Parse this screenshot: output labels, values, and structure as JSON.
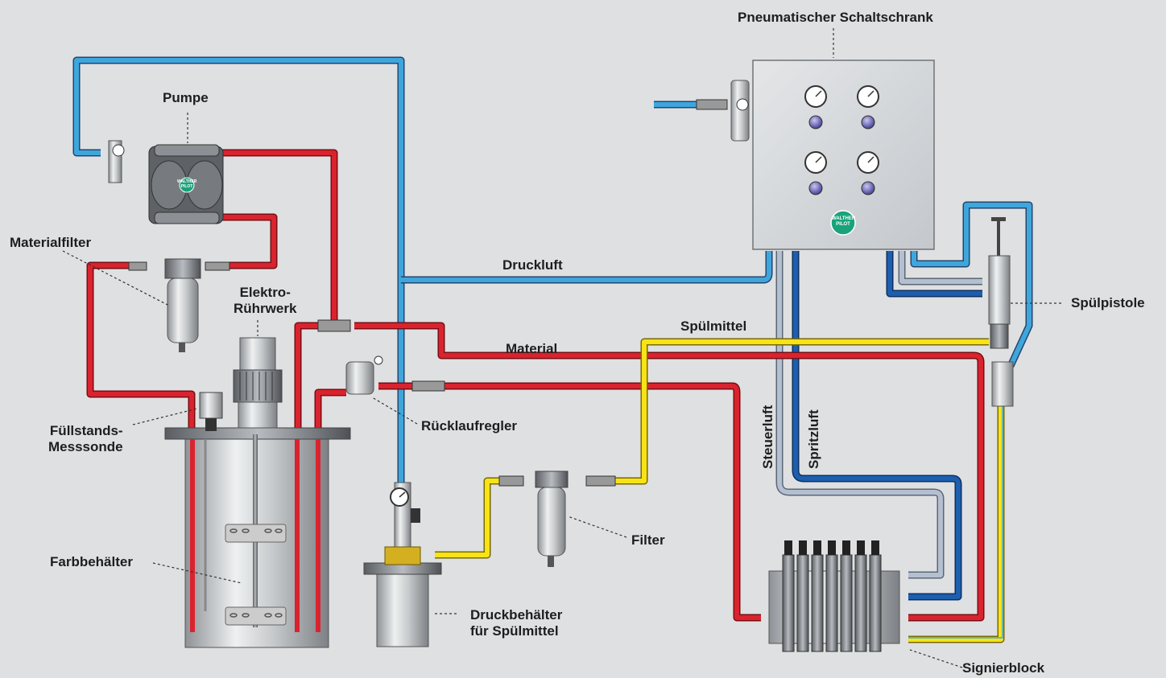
{
  "labels": {
    "schaltschrank": "Pneumatischer Schaltschrank",
    "pumpe": "Pumpe",
    "materialfilter": "Materialfilter",
    "elektro_ruehrwerk": "Elektro-\nRührwerk",
    "druckluft": "Druckluft",
    "spuelmittel": "Spülmittel",
    "material": "Material",
    "spuelpistole": "Spülpistole",
    "fuellstands_messsonde": "Füllstands-\nMesssonde",
    "ruecklaufregler": "Rücklaufregler",
    "steuerluft": "Steuerluft",
    "spritzluft": "Spritzluft",
    "filter": "Filter",
    "farbbehaelter": "Farbbehälter",
    "druckbehaelter": "Druckbehälter\nfür Spülmittel",
    "signierblock": "Signierblock"
  },
  "logo": {
    "line1": "WALTHER",
    "line2": "PILOT"
  },
  "colors": {
    "background": "#dfe0e1",
    "material_line": "#d9232e",
    "air_line": "#3fa6dc",
    "dark_air_line": "#1c5fae",
    "control_air_line": "#a9b6c8",
    "flush_line": "#f7e316",
    "logo_green": "#1aa37a"
  },
  "icons": [
    "pressure-gauge-icon",
    "valve-icon",
    "walther-pilot-logo"
  ]
}
